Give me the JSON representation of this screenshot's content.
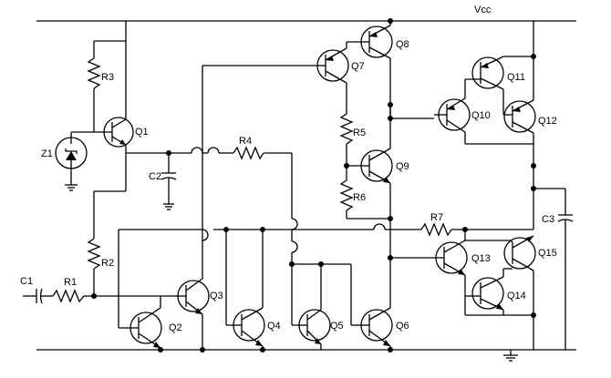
{
  "supply": {
    "vcc_label": "Vcc"
  },
  "transistors": {
    "q1": "Q1",
    "q2": "Q2",
    "q3": "Q3",
    "q4": "Q4",
    "q5": "Q5",
    "q6": "Q6",
    "q7": "Q7",
    "q8": "Q8",
    "q9": "Q9",
    "q10": "Q10",
    "q11": "Q11",
    "q12": "Q12",
    "q13": "Q13",
    "q14": "Q14",
    "q15": "Q15"
  },
  "resistors": {
    "r1": "R1",
    "r2": "R2",
    "r3": "R3",
    "r4": "R4",
    "r5": "R5",
    "r6": "R6",
    "r7": "R7"
  },
  "capacitors": {
    "c1": "C1",
    "c2": "C2",
    "c3": "C3"
  },
  "diodes": {
    "z1": "Z1"
  }
}
